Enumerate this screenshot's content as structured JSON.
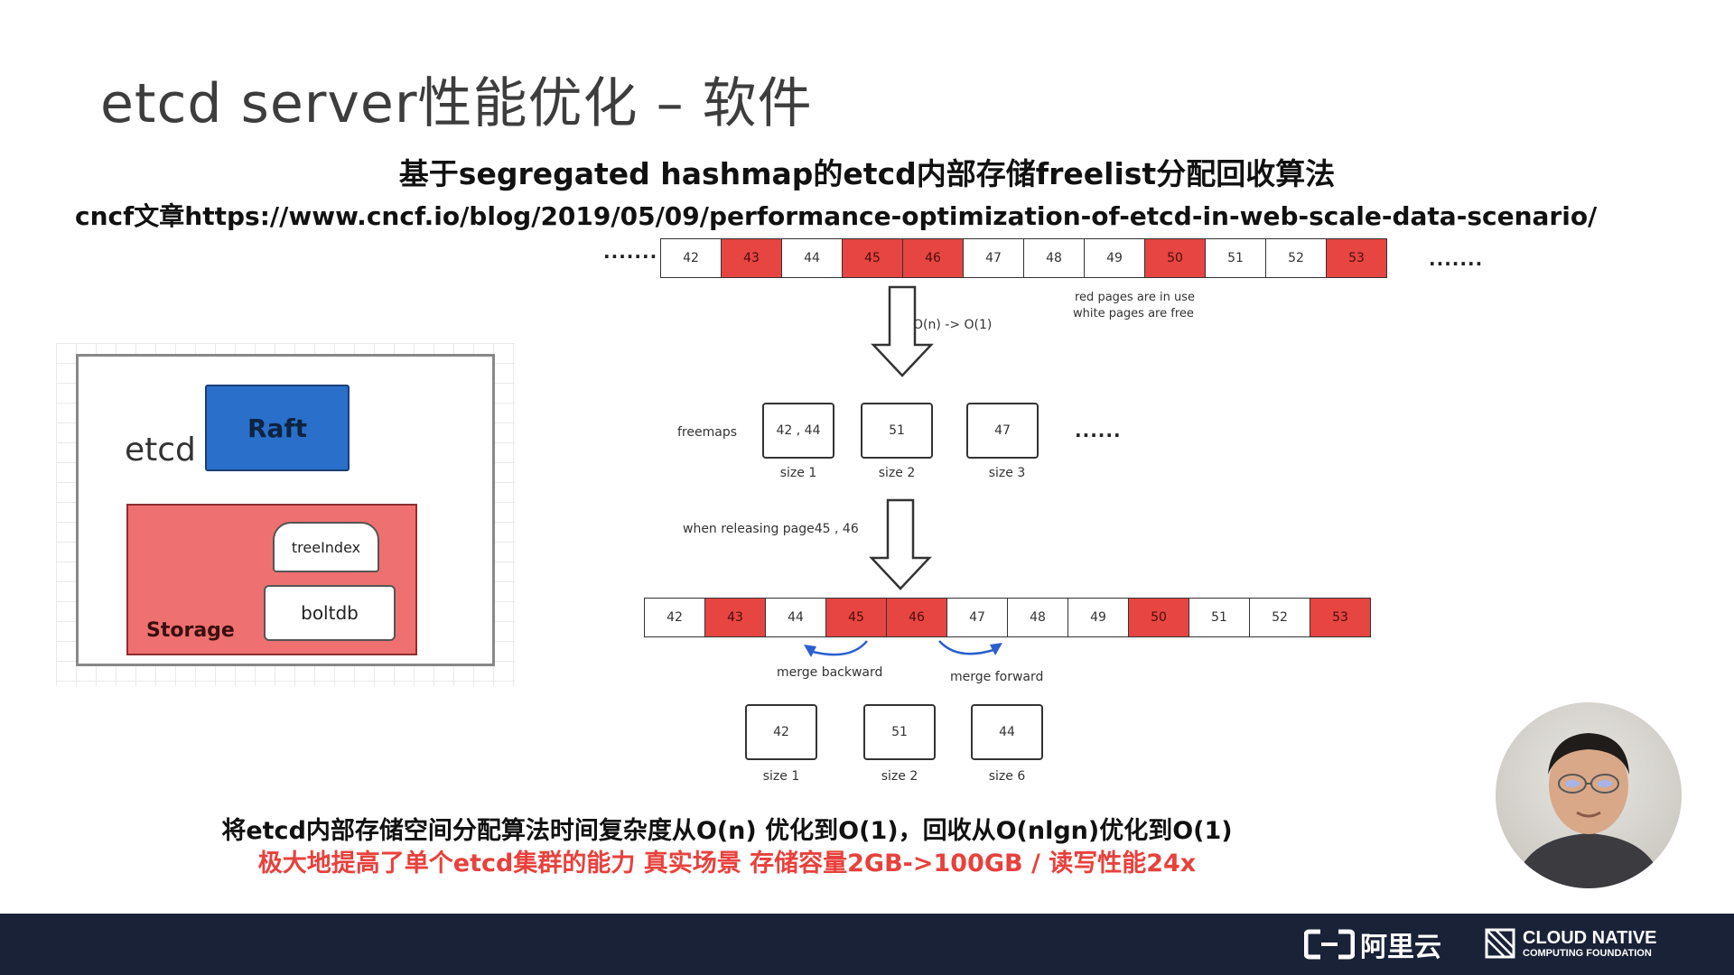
{
  "slide": {
    "title": "etcd server性能优化 – 软件",
    "subtitle": "基于segregated hashmap的etcd内部存储freelist分配回收算法",
    "link": "cncf文章https://www.cncf.io/blog/2019/05/09/performance-optimization-of-etcd-in-web-scale-data-scenario/"
  },
  "etcd_diagram": {
    "etcd_label": "etcd",
    "raft_label": "Raft",
    "storage_label": "Storage",
    "treeindex_label": "treeIndex",
    "boltdb_label": "boltdb"
  },
  "top_row": {
    "leading_dots": "·······",
    "trailing_dots": "·······",
    "pages": [
      {
        "label": "42",
        "used": false
      },
      {
        "label": "43",
        "used": true
      },
      {
        "label": "44",
        "used": false
      },
      {
        "label": "45",
        "used": true
      },
      {
        "label": "46",
        "used": true
      },
      {
        "label": "47",
        "used": false
      },
      {
        "label": "48",
        "used": false
      },
      {
        "label": "49",
        "used": false
      },
      {
        "label": "50",
        "used": true
      },
      {
        "label": "51",
        "used": false
      },
      {
        "label": "52",
        "used": false
      },
      {
        "label": "53",
        "used": true
      }
    ],
    "legend_line1": "red pages are in use",
    "legend_line2": "white pages are free",
    "complexity_label": "O(n) -> O(1)"
  },
  "freemaps": {
    "label": "freemaps",
    "more_dots": "······",
    "boxes": [
      {
        "value": "42 , 44",
        "size": "size 1"
      },
      {
        "value": "51",
        "size": "size 2"
      },
      {
        "value": "47",
        "size": "size 3"
      }
    ],
    "release_label": "when releasing page45 , 46"
  },
  "bottom_row": {
    "pages": [
      {
        "label": "42",
        "used": false
      },
      {
        "label": "43",
        "used": true
      },
      {
        "label": "44",
        "used": false
      },
      {
        "label": "45",
        "used": true
      },
      {
        "label": "46",
        "used": true
      },
      {
        "label": "47",
        "used": false
      },
      {
        "label": "48",
        "used": false
      },
      {
        "label": "49",
        "used": false
      },
      {
        "label": "50",
        "used": true
      },
      {
        "label": "51",
        "used": false
      },
      {
        "label": "52",
        "used": false
      },
      {
        "label": "53",
        "used": true
      }
    ],
    "merge_backward": "merge backward",
    "merge_forward": "merge forward"
  },
  "result_boxes": [
    {
      "value": "42",
      "size": "size 1"
    },
    {
      "value": "51",
      "size": "size 2"
    },
    {
      "value": "44",
      "size": "size 6"
    }
  ],
  "summary": {
    "line1": "将etcd内部存储空间分配算法时间复杂度从O(n) 优化到O(1)，回收从O(nlgn)优化到O(1)",
    "line2": "极大地提高了单个etcd集群的能力 真实场景 存储容量2GB->100GB / 读写性能24x"
  },
  "footer": {
    "aliyun_logo_text": "阿里云",
    "cncf_line1": "CLOUD NATIVE",
    "cncf_line2": "COMPUTING FOUNDATION"
  },
  "colors": {
    "used_page": "#e64541",
    "raft_blue": "#2a6fc9",
    "storage_red": "#ef7070",
    "footer_bg": "#1a2238",
    "highlight_red": "#e8413c"
  }
}
